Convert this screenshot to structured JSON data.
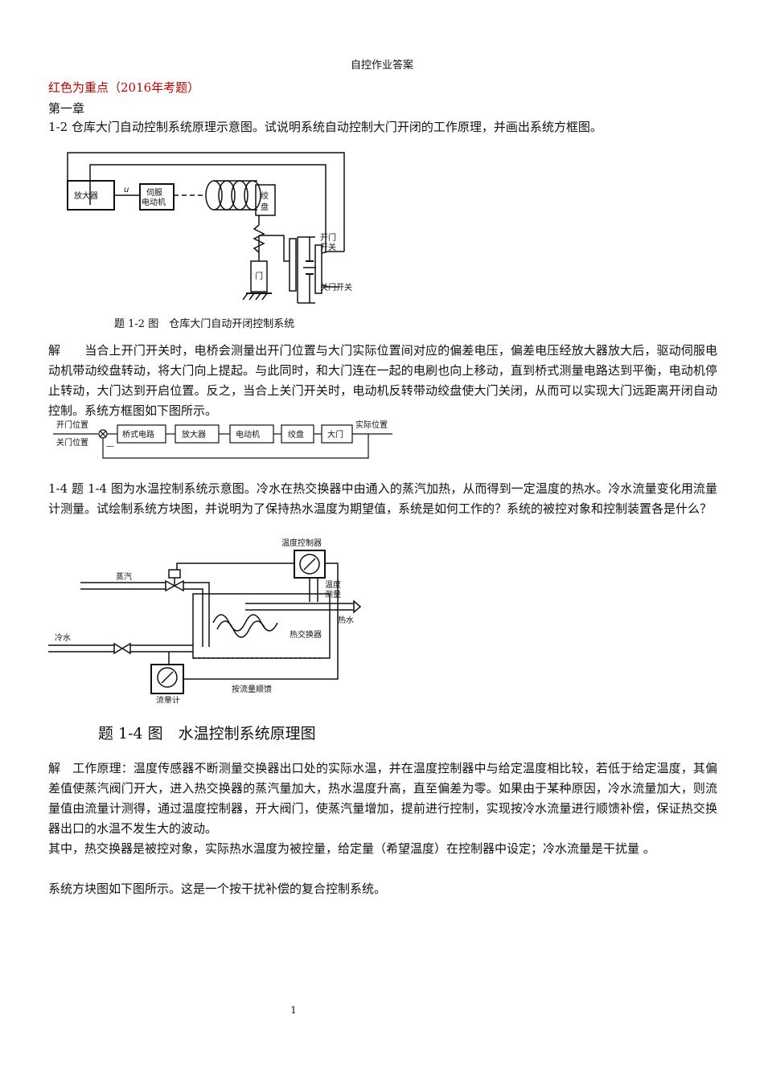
{
  "header": {
    "title": "自控作业答案"
  },
  "note": "红色为重点（2016年考题）",
  "chapter": "第一章",
  "q12": {
    "question": "1-2 仓库大门自动控制系统原理示意图。试说明系统自动控制大门开闭的工作原理，并画出系统方框图。",
    "figure": {
      "amplifier": "放大器",
      "signal": "u",
      "servo_line1": "伺服",
      "servo_line2": "电动机",
      "winch_line1": "绞",
      "winch_line2": "盘",
      "door": "门",
      "open_switch_line1": "开门",
      "open_switch_line2": "开关",
      "close_switch": "关门开关",
      "caption": "题 1-2 图　仓库大门自动开闭控制系统"
    },
    "answer": "解　　当合上开门开关时，电桥会测量出开门位置与大门实际位置间对应的偏差电压，偏差电压经放大器放大后，驱动伺服电动机带动绞盘转动，将大门向上提起。与此同时，和大门连在一起的电刷也向上移动，直到桥式测量电路达到平衡，电动机停止转动，大门达到开启位置。反之，当合上关门开关时，电动机反转带动绞盘使大门关闭，从而可以实现大门远距离开闭自动控制。系统方框图如下图所示。",
    "block": {
      "input1": "开门位置",
      "input2": "关门位置",
      "blocks": [
        "桥式电路",
        "放大器",
        "电动机",
        "绞盘",
        "大门"
      ],
      "output": "实际位置",
      "minus": "—"
    }
  },
  "q14": {
    "question": "1-4 题 1-4 图为水温控制系统示意图。冷水在热交换器中由通入的蒸汽加热，从而得到一定温度的热水。冷水流量变化用流量计测量。试绘制系统方块图，并说明为了保持热水温度为期望值，系统是如何工作的？系统的被控对象和控制装置各是什么？",
    "figure": {
      "temp_controller": "温度控制器",
      "steam": "蒸汽",
      "temp_measure_line1": "温度",
      "temp_measure_line2": "测量",
      "hot_water": "热水",
      "cold_water": "冷水",
      "heat_exchanger": "热交换器",
      "feedforward": "按流量顺馈",
      "flowmeter": "流量计",
      "caption": "题 1-4 图　水温控制系统原理图"
    },
    "answer": "解　工作原理：温度传感器不断测量交换器出口处的实际水温，并在温度控制器中与给定温度相比较，若低于给定温度，其偏差值使蒸汽阀门开大，进入热交换器的蒸汽量加大，热水温度升高，直至偏差为零。如果由于某种原因，冷水流量加大，则流量值由流量计测得，通过温度控制器，开大阀门，使蒸汽量增加，提前进行控制，实现按冷水流量进行顺馈补偿，保证热交换器出口的水温不发生大的波动。",
    "roles": "其中，热交换器是被控对象，实际热水温度为被控量，给定量（希望温度）在控制器中设定；冷水流量是干扰量 。",
    "system": "系统方块图如下图所示。这是一个按干扰补偿的复合控制系统。"
  },
  "page_number": "1"
}
